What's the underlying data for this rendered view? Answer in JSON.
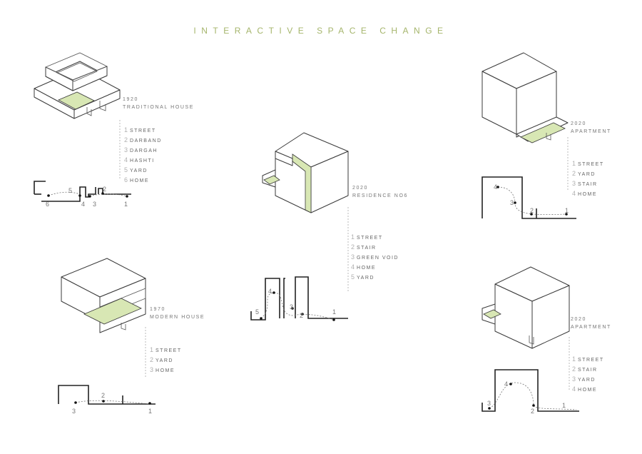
{
  "title": "INTERACTIVE SPACE CHANGE",
  "colors": {
    "accent": "#a5b56b",
    "green_fill": "#d8e7b4",
    "line": "#3a3a3a"
  },
  "diagrams": [
    {
      "year": "1920",
      "name": "TRADITIONAL HOUSE",
      "legend": [
        [
          "1",
          "STREET"
        ],
        [
          "2",
          "DARBAND"
        ],
        [
          "3",
          "DARGAH"
        ],
        [
          "4",
          "HASHTI"
        ],
        [
          "5",
          "YARD"
        ],
        [
          "6",
          "HOME"
        ]
      ],
      "labels": [
        "5",
        "2",
        "6",
        "4",
        "3",
        "1"
      ]
    },
    {
      "year": "1970",
      "name": "MODERN HOUSE",
      "legend": [
        [
          "1",
          "STREET"
        ],
        [
          "2",
          "YARD"
        ],
        [
          "3",
          "HOME"
        ]
      ],
      "labels": [
        "2",
        "3",
        "1"
      ]
    },
    {
      "year": "2020",
      "name": "RESIDENCE NO6",
      "legend": [
        [
          "1",
          "STREET"
        ],
        [
          "2",
          "STAIR"
        ],
        [
          "3",
          "GREEN VOID"
        ],
        [
          "4",
          "HOME"
        ],
        [
          "5",
          "YARD"
        ]
      ],
      "labels": [
        "4",
        "3",
        "2",
        "5",
        "1"
      ]
    },
    {
      "year": "2020",
      "name": "APARTMENT",
      "legend": [
        [
          "1",
          "STREET"
        ],
        [
          "2",
          "YARD"
        ],
        [
          "3",
          "STAIR"
        ],
        [
          "4",
          "HOME"
        ]
      ],
      "labels": [
        "4",
        "3",
        "2",
        "1"
      ]
    },
    {
      "year": "2020",
      "name": "APARTMENT",
      "legend": [
        [
          "1",
          "STREET"
        ],
        [
          "2",
          "STAIR"
        ],
        [
          "3",
          "YARD"
        ],
        [
          "4",
          "HOME"
        ]
      ],
      "labels": [
        "4",
        "3",
        "2",
        "1"
      ]
    }
  ]
}
